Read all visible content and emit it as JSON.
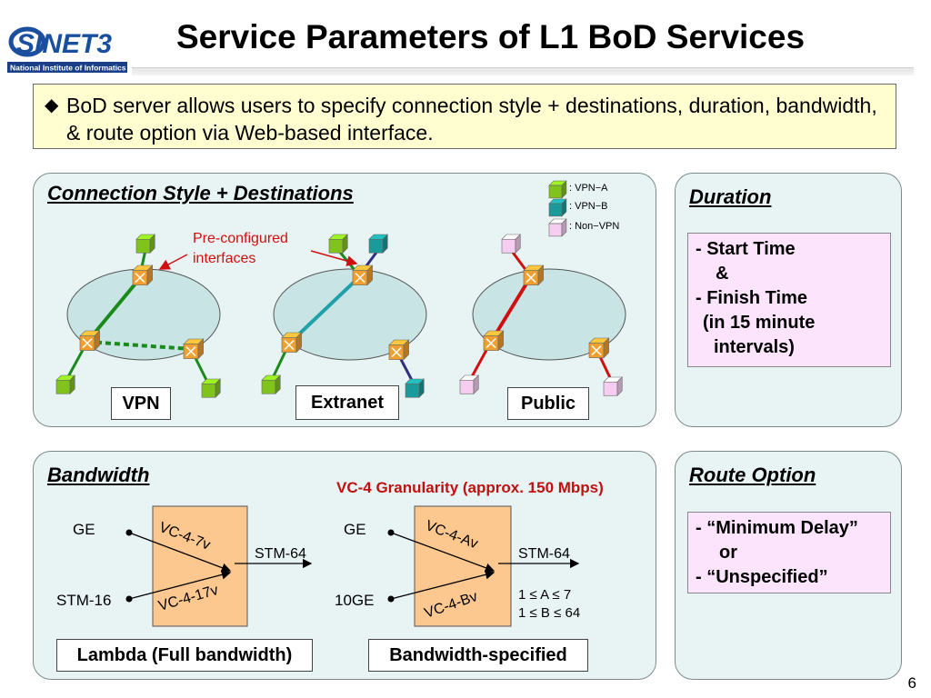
{
  "logo": {
    "name": "SINET3",
    "subtitle": "National Institute of Informatics"
  },
  "title": "Service Parameters of L1 BoD Services",
  "banner": {
    "bullet": "◆",
    "text": "BoD server allows users to specify connection style + destinations, duration, bandwidth, & route option via Web-based interface."
  },
  "connection": {
    "heading": "Connection Style + Destinations",
    "legend": [
      {
        "label": ": VPN−A",
        "color": "#7fc31c"
      },
      {
        "label": ": VPN−B",
        "color": "#1a9a9a"
      },
      {
        "label": ": Non−VPN",
        "color": "#f6cdf0"
      }
    ],
    "annotation": "Pre-configured interfaces",
    "annotation_lines": [
      "Pre-configured",
      "interfaces"
    ],
    "labels": {
      "vpn": "VPN",
      "extranet": "Extranet",
      "public": "Public"
    }
  },
  "duration": {
    "heading": "Duration",
    "lines": [
      "- Start Time",
      "&",
      "- Finish Time",
      "(in 15 minute",
      "intervals)"
    ]
  },
  "bandwidth": {
    "heading": "Bandwidth",
    "granularity": "VC-4 Granularity (approx. 150 Mbps)",
    "left": {
      "in_top": "GE",
      "in_bottom": "STM-16",
      "vc_top": "VC-4-7v",
      "vc_bottom": "VC-4-17v",
      "out": "STM-64",
      "label": "Lambda (Full bandwidth)"
    },
    "right": {
      "in_top": "GE",
      "in_bottom": "10GE",
      "vc_top": "VC-4-Av",
      "vc_bottom": "VC-4-Bv",
      "out": "STM-64",
      "cond_a": "1 ≤ A ≤ 7",
      "cond_b": "1 ≤ B ≤ 64",
      "label": "Bandwidth-specified"
    }
  },
  "route": {
    "heading": "Route Option",
    "lines": [
      "- “Minimum Delay”",
      "or",
      "- “Unspecified”"
    ]
  },
  "page_number": "6",
  "colors": {
    "vpn_a": "#7fc31c",
    "vpn_b": "#1a9a9a",
    "non_vpn": "#f6cdf0",
    "switch": "#f0a030",
    "link_green": "#1a8a1a",
    "link_red": "#d01010",
    "link_teal": "#20a0a8",
    "link_navy": "#303080"
  }
}
